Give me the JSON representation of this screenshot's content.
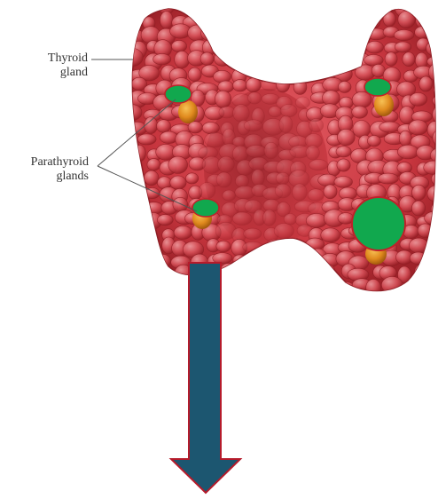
{
  "labels": {
    "thyroid": [
      "Thyroid",
      "gland"
    ],
    "parathyroid": [
      "Parathyroid",
      "glands"
    ]
  },
  "colors": {
    "gland_base": "#c8363f",
    "gland_dark": "#7d1a20",
    "gland_light": "#ec8a8e",
    "parathyroid_orange": "#e08a1e",
    "marker_green": "#11a84e",
    "marker_ring": "#c0202a",
    "arrow": "#1c5670",
    "arrow_outline": "#b51a2a",
    "leader_line": "#555555"
  },
  "icons": {
    "arrow": "down-arrow-icon"
  }
}
